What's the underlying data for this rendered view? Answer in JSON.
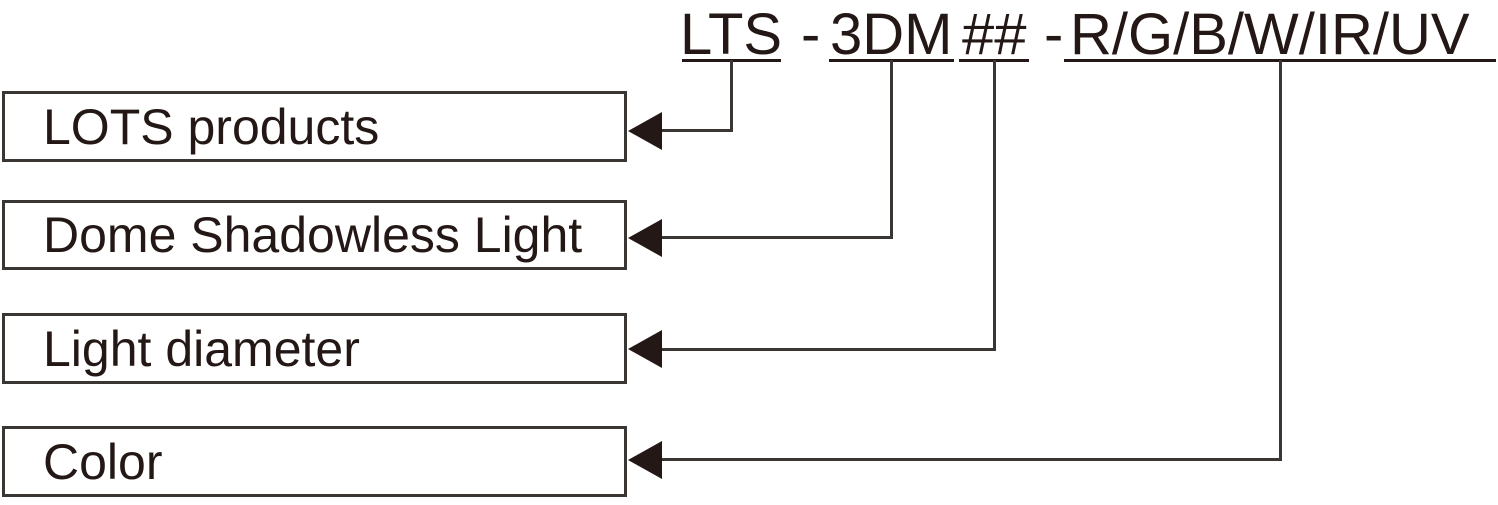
{
  "diagram": {
    "part_number_full": "LTS - 3DM ## - R/G/B/W/IR/UV",
    "title_segments": {
      "products_code": "LTS",
      "separator1": "-",
      "series_code": "3DM",
      "diameter_code": "##",
      "separator2": "-",
      "color_codes": "R/G/B/W/IR/UV"
    },
    "labels": [
      {
        "label": "LOTS products"
      },
      {
        "label": "Dome Shadowless Light"
      },
      {
        "label": "Light diameter"
      },
      {
        "label": "Color"
      }
    ],
    "colors": {
      "ink": "#231815",
      "line": "#3a3634",
      "background": "#ffffff"
    }
  }
}
